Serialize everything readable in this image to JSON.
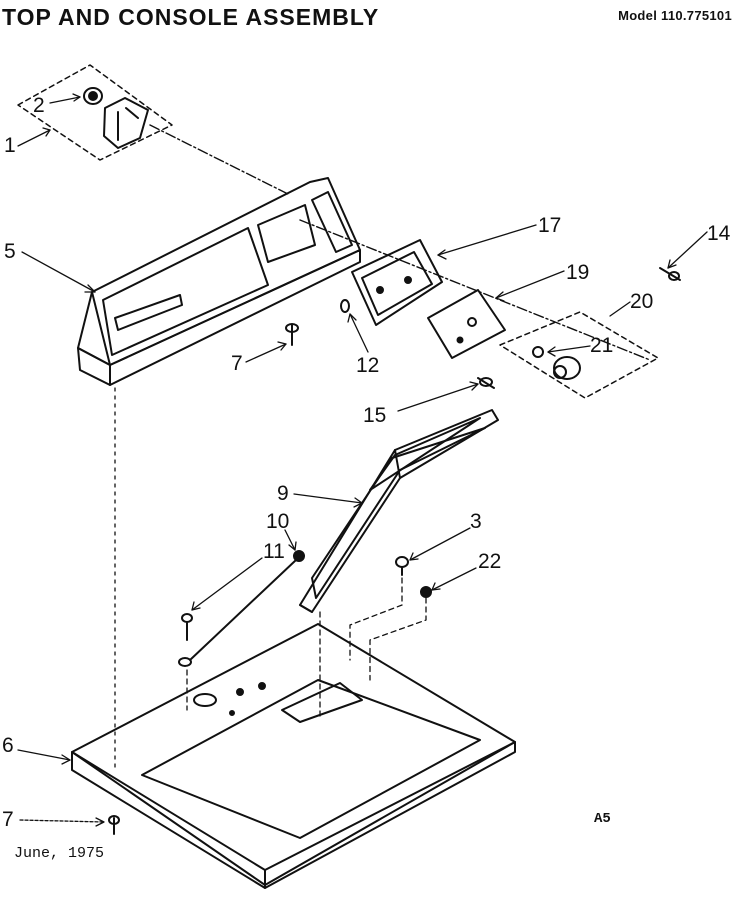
{
  "header": {
    "title": "TOP AND CONSOLE ASSEMBLY",
    "model": "Model 110.775101"
  },
  "footer": {
    "date": "June, 1975",
    "page_code": "A5"
  },
  "callouts": [
    "1",
    "2",
    "3",
    "5",
    "6",
    "7",
    "7",
    "9",
    "10",
    "11",
    "12",
    "14",
    "15",
    "17",
    "19",
    "20",
    "21",
    "22"
  ]
}
